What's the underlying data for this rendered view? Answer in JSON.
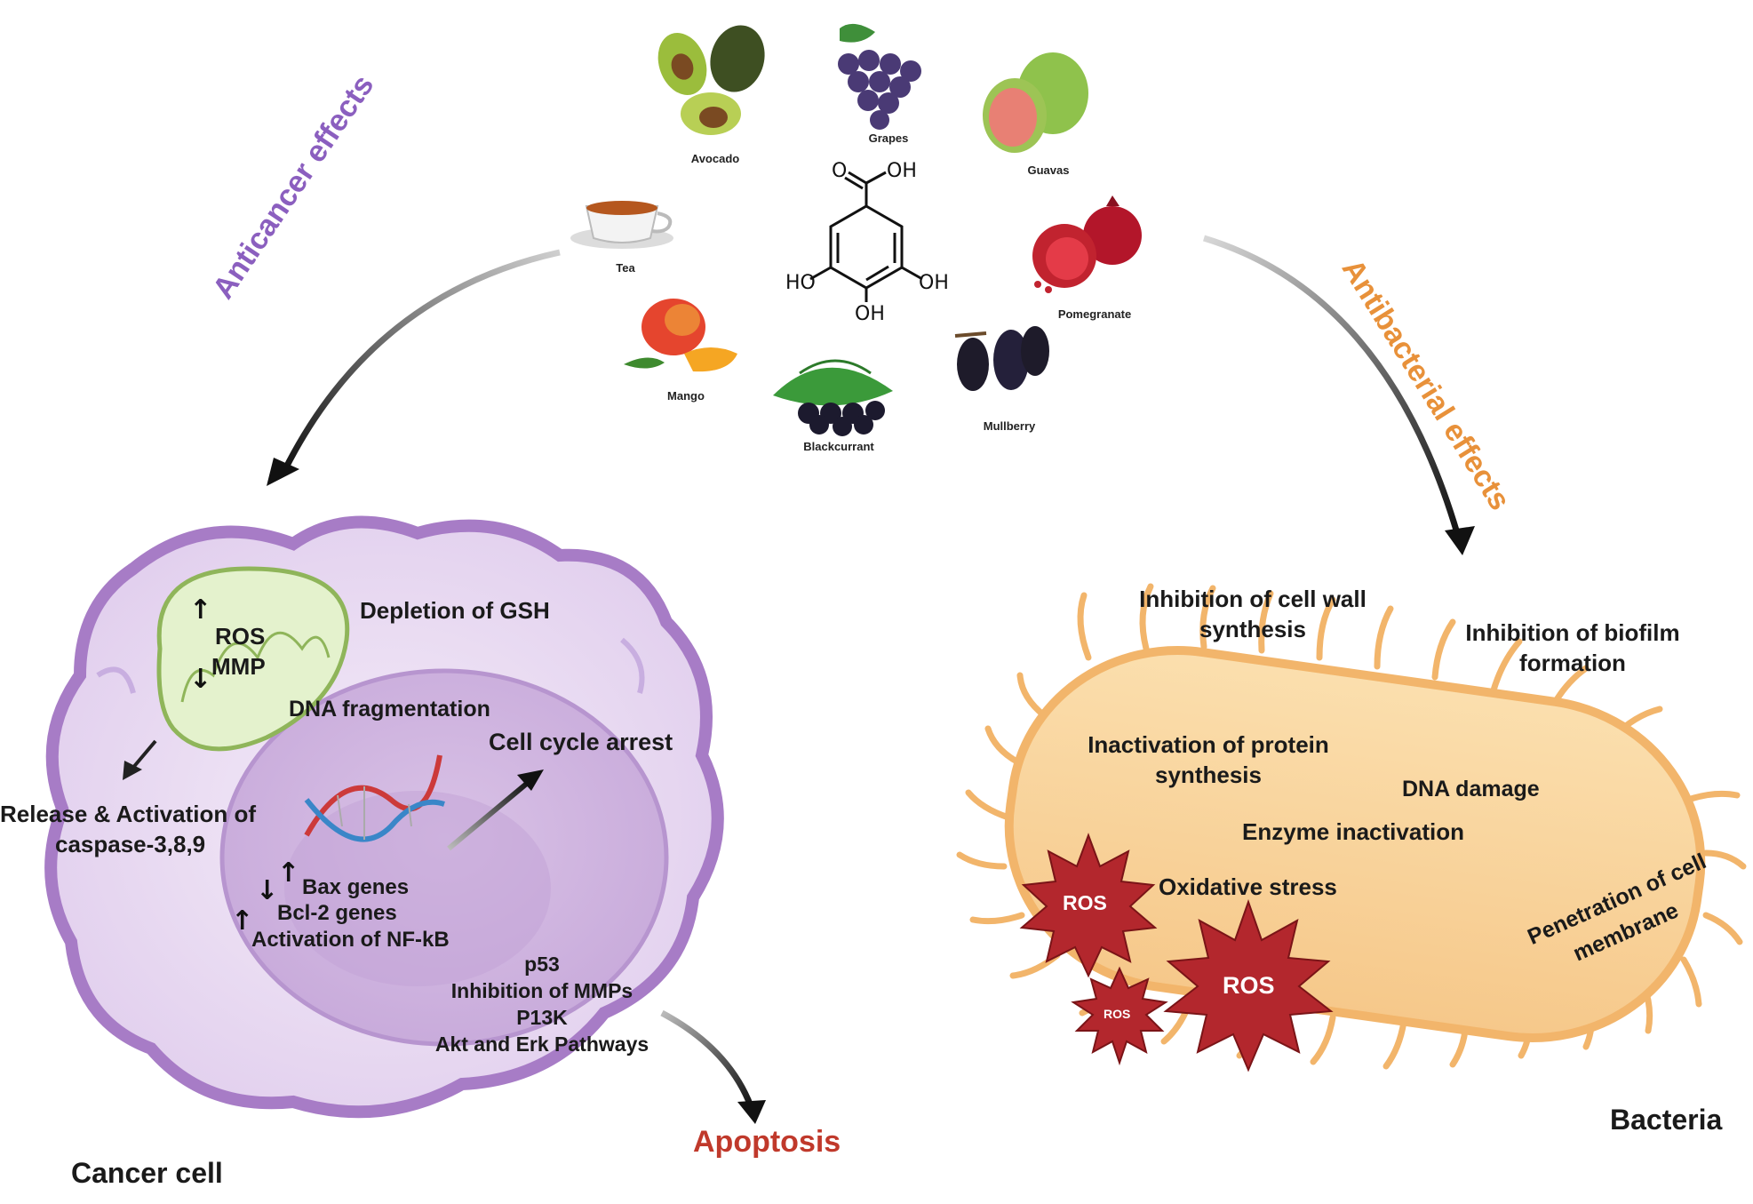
{
  "compound": {
    "groups": {
      "cooh": "O",
      "oh_top": "OH",
      "ho_left": "HO",
      "oh_right": "OH",
      "oh_bottom": "OH"
    }
  },
  "sources": [
    {
      "name": "Avocado",
      "icon": "avocado-icon"
    },
    {
      "name": "Grapes",
      "icon": "grapes-icon"
    },
    {
      "name": "Guavas",
      "icon": "guava-icon"
    },
    {
      "name": "Tea",
      "icon": "tea-cup-icon"
    },
    {
      "name": "Pomegranate",
      "icon": "pomegranate-icon"
    },
    {
      "name": "Mango",
      "icon": "mango-icon"
    },
    {
      "name": "Blackcurrant",
      "icon": "blackcurrant-icon"
    },
    {
      "name": "Mullberry",
      "icon": "mulberry-icon"
    }
  ],
  "anticancer": {
    "title": "Anticancer effects",
    "color": "#8b5fbf",
    "cell_label": "Cancer cell",
    "ros": "ROS",
    "mmp": "MMP",
    "gsh": "Depletion of GSH",
    "dna_frag": "DNA fragmentation",
    "cell_cycle": "Cell cycle arrest",
    "caspase_line1": "Release & Activation of",
    "caspase_line2": "caspase-3,8,9",
    "bax": "Bax genes",
    "bcl2": "Bcl-2 genes",
    "nfkb": "Activation of NF-kB",
    "p53": "p53",
    "mmps": "Inhibition of MMPs",
    "p13k": "P13K",
    "akt": "Akt and Erk Pathways",
    "apoptosis": "Apoptosis",
    "apoptosis_color": "#c0392b"
  },
  "antibacterial": {
    "title": "Antibacterial effects",
    "color": "#e8913a",
    "bacteria_label": "Bacteria",
    "cell_wall_line1": "Inhibition of cell wall",
    "cell_wall_line2": "synthesis",
    "biofilm_line1": "Inhibition of biofilm",
    "biofilm_line2": "formation",
    "protein_line1": "Inactivation of protein",
    "protein_line2": "synthesis",
    "dna_damage": "DNA damage",
    "enzyme": "Enzyme inactivation",
    "oxidative": "Oxidative stress",
    "penetration_line1": "Penetration of cell",
    "penetration_line2": "membrane",
    "ros_large": "ROS",
    "ros_medium": "ROS",
    "ros_small": "ROS",
    "ros_color": "#b3272d"
  },
  "symbols": {
    "up": "↑",
    "down": "↓"
  }
}
